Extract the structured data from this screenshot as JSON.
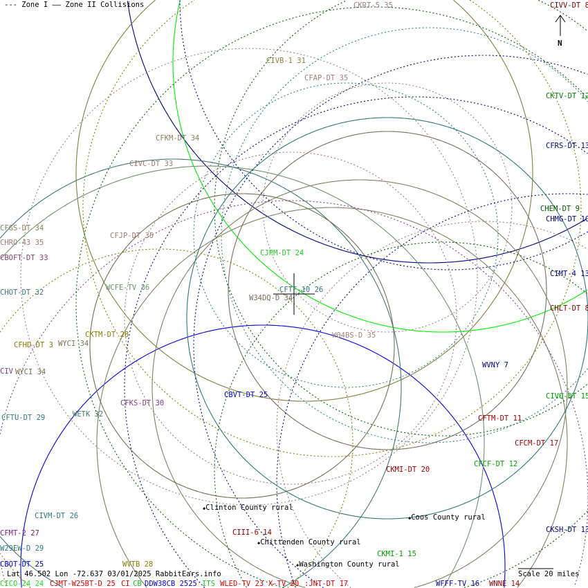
{
  "legend": {
    "zone1": "--- Zone I",
    "zone2": "—— Zone II Collisions"
  },
  "north_label": "N",
  "footer": {
    "coords": "Lat 46.502 Lon -72.637 03/01/2025 RabbitEars.info",
    "scale": "Scale 20 miles"
  },
  "stations": [
    {
      "label": "CKRT-5 35",
      "color": "#a08080"
    },
    {
      "label": "CIVV-DT 8",
      "color": "#800000"
    },
    {
      "label": "CIVB-1 31",
      "color": "#908040"
    },
    {
      "label": "CFAP-DT 35",
      "color": "#a08080"
    },
    {
      "label": "CKTV-DT 12",
      "color": "#008000"
    },
    {
      "label": "CFKM-DT 34",
      "color": "#888060"
    },
    {
      "label": "CIVC-DT 33",
      "color": "#a07878"
    },
    {
      "label": "CFRS-DT 13",
      "color": "#000080"
    },
    {
      "label": "CHEM-DT 9",
      "color": "#006000"
    },
    {
      "label": "CHMG-DT 10",
      "color": "#000080"
    },
    {
      "label": "CFGS-DT 34",
      "color": "#888060"
    },
    {
      "label": "CHRO-43 35",
      "color": "#a07878"
    },
    {
      "label": "CFJP-DT 35",
      "color": "#a07878"
    },
    {
      "label": "CBOFT-DT 33",
      "color": "#804070"
    },
    {
      "label": "CJPM-DT 24",
      "color": "#20d020"
    },
    {
      "label": "CIMT-4 13",
      "color": "#000080"
    },
    {
      "label": "WCFE-TV 36",
      "color": "#709070"
    },
    {
      "label": "CFTF-10 26",
      "color": "#307878"
    },
    {
      "label": "CHOT-DT 32",
      "color": "#407878"
    },
    {
      "label": "W34DQ-D 34",
      "color": "#787060"
    },
    {
      "label": "CHLT-DT 8",
      "color": "#800000"
    },
    {
      "label": "CKTM-DT 28",
      "color": "#808000"
    },
    {
      "label": "W04BS-D 35",
      "color": "#a08080"
    },
    {
      "label": "CFHD-DT 3",
      "color": "#808000"
    },
    {
      "label": "WYCI 34",
      "color": "#787050"
    },
    {
      "label": "WVNY 7",
      "color": "#000080"
    },
    {
      "label": "CIV",
      "color": "#804080"
    },
    {
      "label": "WYCI 34",
      "color": "#787050"
    },
    {
      "label": "CBVT-DT 25",
      "color": "#0000e0"
    },
    {
      "label": "CIVQ-DT 15",
      "color": "#00a000"
    },
    {
      "label": "CFKS-DT 30",
      "color": "#804080"
    },
    {
      "label": "CFTU-DT 29",
      "color": "#307878"
    },
    {
      "label": "WETK 32",
      "color": "#407878"
    },
    {
      "label": "CFTM-DT 11",
      "color": "#a00000"
    },
    {
      "label": "CFCM-DT 17",
      "color": "#a00000"
    },
    {
      "label": "CFCF-DT 12",
      "color": "#00a000"
    },
    {
      "label": "CKMI-DT 20",
      "color": "#a00000"
    },
    {
      "label": "CIVM-DT 26",
      "color": "#307878"
    },
    {
      "label": "CFMT-2 27",
      "color": "#802080"
    },
    {
      "label": "CIII-6 14",
      "color": "#a00000"
    },
    {
      "label": "CKSH-DT 13",
      "color": "#000080"
    },
    {
      "label": "W29EW-D 29",
      "color": "#307878"
    },
    {
      "label": "CKMI-1 15",
      "color": "#00a000"
    },
    {
      "label": "CBOT-DT 25",
      "color": "#0000e0"
    },
    {
      "label": "WVTB 28",
      "color": "#808000"
    },
    {
      "label": "CICO-24 24",
      "color": "#20e020"
    },
    {
      "label": "CJMT-W25BT-D 25",
      "color": "#e00000"
    },
    {
      "label": "CI",
      "color": "#e00000"
    },
    {
      "label": "CB",
      "color": "#20c020"
    },
    {
      "label": "DDW38CB 2525",
      "color": "#0000e0"
    },
    {
      "label": "ITS",
      "color": "#20c020"
    },
    {
      "label": "WLED-TV 23",
      "color": "#e00000"
    },
    {
      "label": "X-TV 20",
      "color": "#e00000"
    },
    {
      "label": ":JNT-DT 17",
      "color": "#e00000"
    },
    {
      "label": "WFFF-TV 16",
      "color": "#0000a0"
    },
    {
      "label": "WNNE 14",
      "color": "#a00000"
    }
  ],
  "places": [
    {
      "label": "Clinton County rural"
    },
    {
      "label": "Chittenden County rural"
    },
    {
      "label": "Coos County rural"
    },
    {
      "label": "Washington County rural"
    }
  ]
}
